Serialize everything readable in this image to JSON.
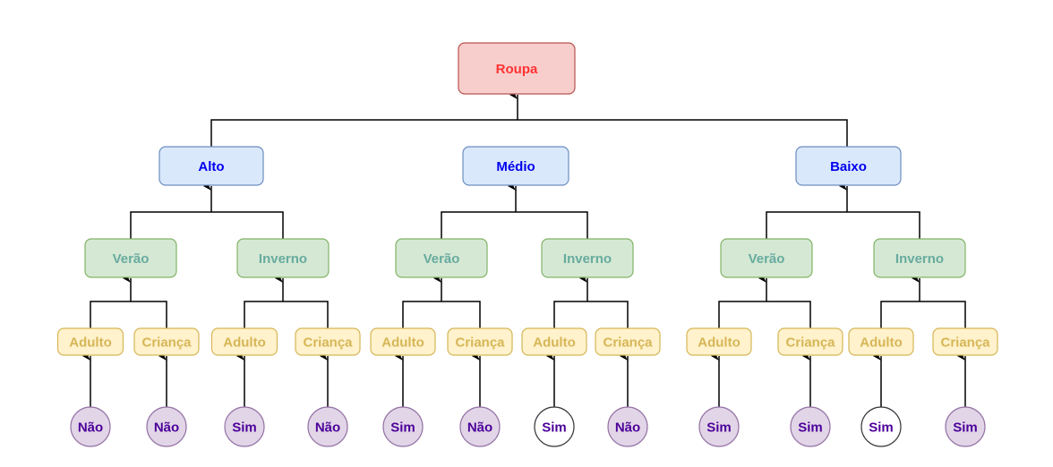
{
  "colors": {
    "root": {
      "fill": "#f8cecc",
      "stroke": "#b85450",
      "text": "#ff3333"
    },
    "level1": {
      "fill": "#dae8fc",
      "stroke": "#6c8ebf",
      "text": "#0000ee"
    },
    "level2": {
      "fill": "#d5e8d4",
      "stroke": "#82b366",
      "text": "#67ab9f"
    },
    "level3": {
      "fill": "#fff2cc",
      "stroke": "#d6b656",
      "text": "#d6b656"
    },
    "leaf_purple": {
      "fill": "#e1d5e7",
      "stroke": "#9673a6",
      "text": "#4c0099"
    },
    "leaf_white": {
      "fill": "#ffffff",
      "stroke": "#36393d",
      "text": "#4c0099"
    },
    "edge": "#000000"
  },
  "tree": {
    "label": "Roupa",
    "children": [
      {
        "label": "Alto",
        "children": [
          {
            "label": "Verão",
            "children": [
              {
                "label": "Adulto",
                "leaf": {
                  "label": "Não",
                  "style": "purple"
                }
              },
              {
                "label": "Criança",
                "leaf": {
                  "label": "Não",
                  "style": "purple"
                }
              }
            ]
          },
          {
            "label": "Inverno",
            "children": [
              {
                "label": "Adulto",
                "leaf": {
                  "label": "Sim",
                  "style": "purple"
                }
              },
              {
                "label": "Criança",
                "leaf": {
                  "label": "Não",
                  "style": "purple"
                }
              }
            ]
          }
        ]
      },
      {
        "label": "Médio",
        "children": [
          {
            "label": "Verão",
            "children": [
              {
                "label": "Adulto",
                "leaf": {
                  "label": "Sim",
                  "style": "purple"
                }
              },
              {
                "label": "Criança",
                "leaf": {
                  "label": "Não",
                  "style": "purple"
                }
              }
            ]
          },
          {
            "label": "Inverno",
            "children": [
              {
                "label": "Adulto",
                "leaf": {
                  "label": "Sim",
                  "style": "white"
                }
              },
              {
                "label": "Criança",
                "leaf": {
                  "label": "Não",
                  "style": "purple"
                }
              }
            ]
          }
        ]
      },
      {
        "label": "Baixo",
        "children": [
          {
            "label": "Verão",
            "children": [
              {
                "label": "Adulto",
                "leaf": {
                  "label": "Sim",
                  "style": "purple"
                }
              },
              {
                "label": "Criança",
                "leaf": {
                  "label": "Sim",
                  "style": "purple"
                }
              }
            ]
          },
          {
            "label": "Inverno",
            "children": [
              {
                "label": "Adulto",
                "leaf": {
                  "label": "Sim",
                  "style": "white"
                }
              },
              {
                "label": "Criança",
                "leaf": {
                  "label": "Sim",
                  "style": "purple"
                }
              }
            ]
          }
        ]
      }
    ]
  }
}
